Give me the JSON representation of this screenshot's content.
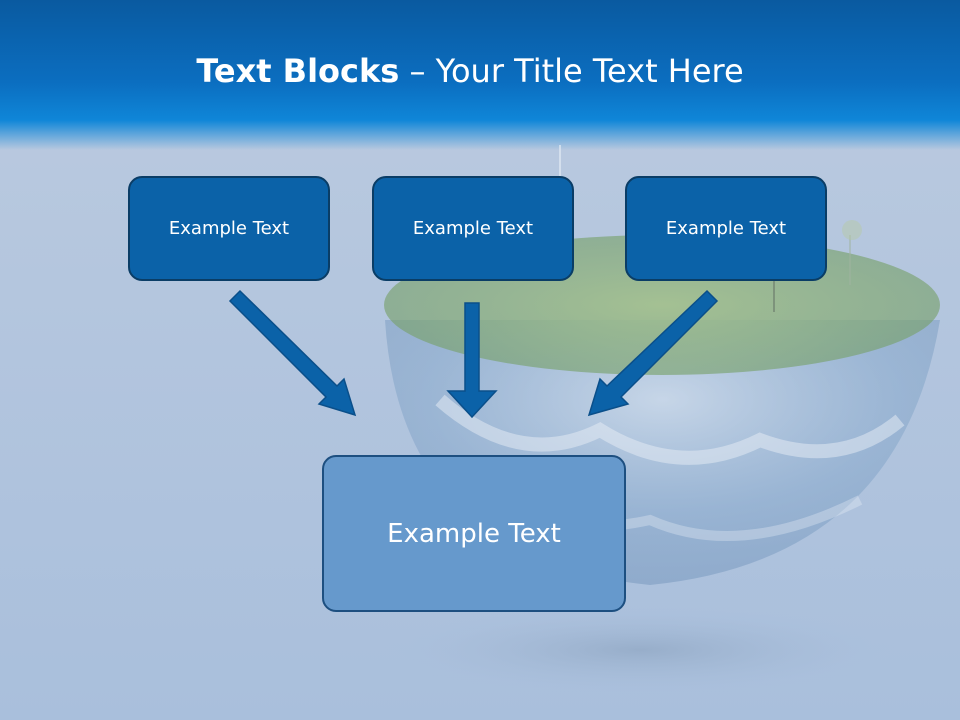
{
  "slide": {
    "title_bold": "Text Blocks",
    "title_rest": " – Your Title Text Here"
  },
  "blocks": {
    "top": [
      {
        "label": "Example Text"
      },
      {
        "label": "Example Text"
      },
      {
        "label": "Example Text"
      }
    ],
    "bottom": {
      "label": "Example Text"
    }
  },
  "colors": {
    "header": "#0b6ec0",
    "box_fill": "#0b62a8",
    "box_bottom_fill": "#6699cc",
    "arrow": "#0b62a8"
  }
}
